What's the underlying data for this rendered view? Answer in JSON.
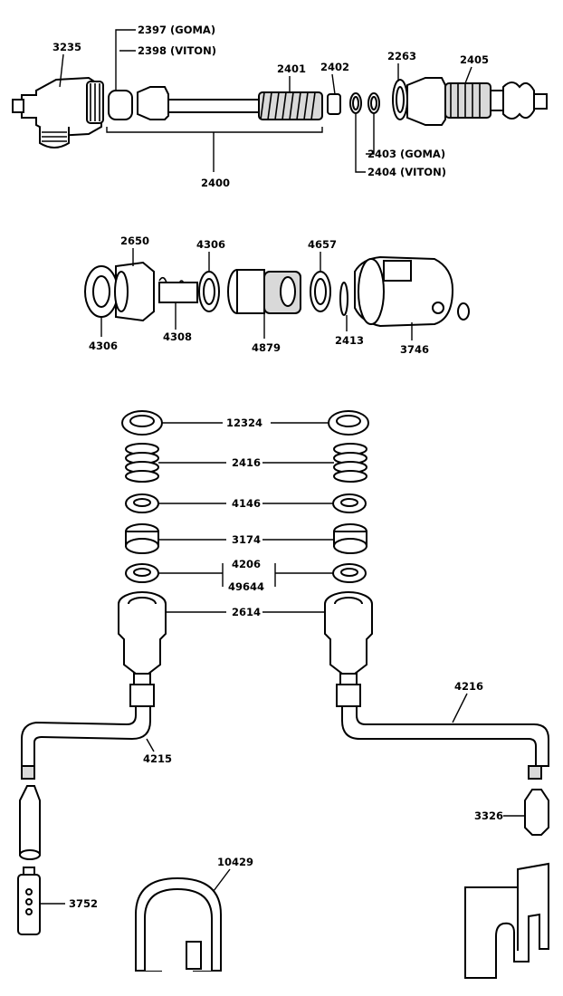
{
  "labels": {
    "l3235": "3235",
    "l2397": "2397 (GOMA)",
    "l2398": "2398 (VITON)",
    "l2401": "2401",
    "l2402": "2402",
    "l2263": "2263",
    "l2405": "2405",
    "l2400": "2400",
    "l2403": "2403 (GOMA)",
    "l2404": "2404 (VITON)",
    "l2650": "2650",
    "l4306a": "4306",
    "l4657": "4657",
    "l4306b": "4306",
    "l4308": "4308",
    "l4879": "4879",
    "l2413": "2413",
    "l3746": "3746",
    "l12324": "12324",
    "l2416": "2416",
    "l4146": "4146",
    "l3174": "3174",
    "l4206": "4206",
    "l49644": "49644",
    "l2614": "2614",
    "l4216": "4216",
    "l4215": "4215",
    "l3326": "3326",
    "l10429": "10429",
    "l3752": "3752"
  }
}
